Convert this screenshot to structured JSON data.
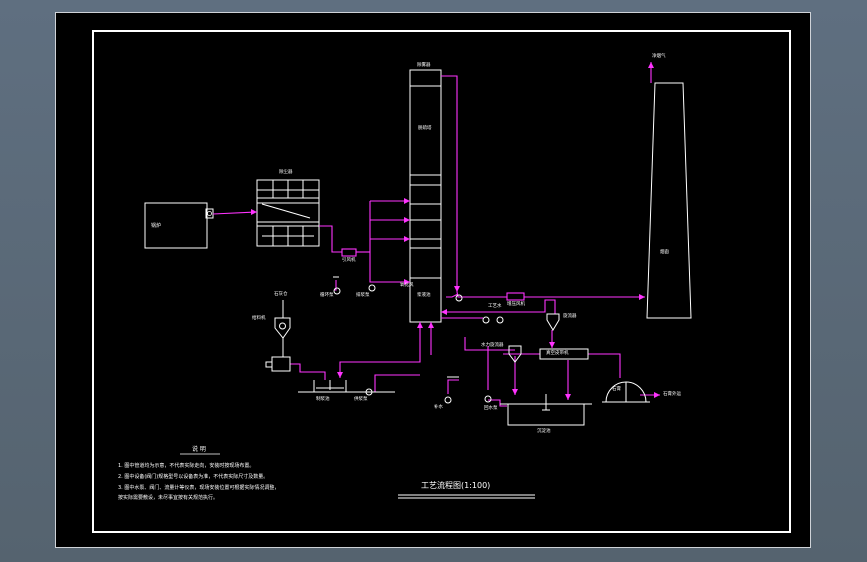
{
  "diagram": {
    "title": "工艺流程图(1:100)",
    "notes": {
      "heading": "说 明",
      "lines": [
        "1. 图中管道均为示意，不代表实际走向，安装时按现场布置。",
        "2. 图中设备(阀门)规格型号以设备表为准，不代表实际尺寸及数量。",
        "3. 图中水泵、阀门、流量计等仪表，现场安装位置可根据实际情况调整，",
        "   按实际需要敷设，未尽事宜按有关规范执行。"
      ]
    },
    "labels": {
      "boiler": "锅炉",
      "dust_collector": "除尘器",
      "tower": "脱硫塔",
      "tower_top": "除雾器",
      "tower_base": "浆液池",
      "stack": "烟囱",
      "stack_top": "净烟气",
      "fan_a": "引风机",
      "fan_b": "增压风机",
      "pump_a": "循环泵",
      "pump_b": "排浆泵",
      "lime_silo": "石灰仓",
      "lime_feeder": "给料机",
      "lime_pit": "制浆池",
      "pit_pump": "供浆泵",
      "cyclone_a": "旋流器",
      "cyclone_b": "水力旋流器",
      "filter": "真空皮带机",
      "settling": "沉淀池",
      "pump_c": "回水泵",
      "process_water": "工艺水",
      "gypsum": "石膏",
      "gypsum_out": "石膏外运",
      "water_in": "补水",
      "air": "氧化风"
    }
  }
}
